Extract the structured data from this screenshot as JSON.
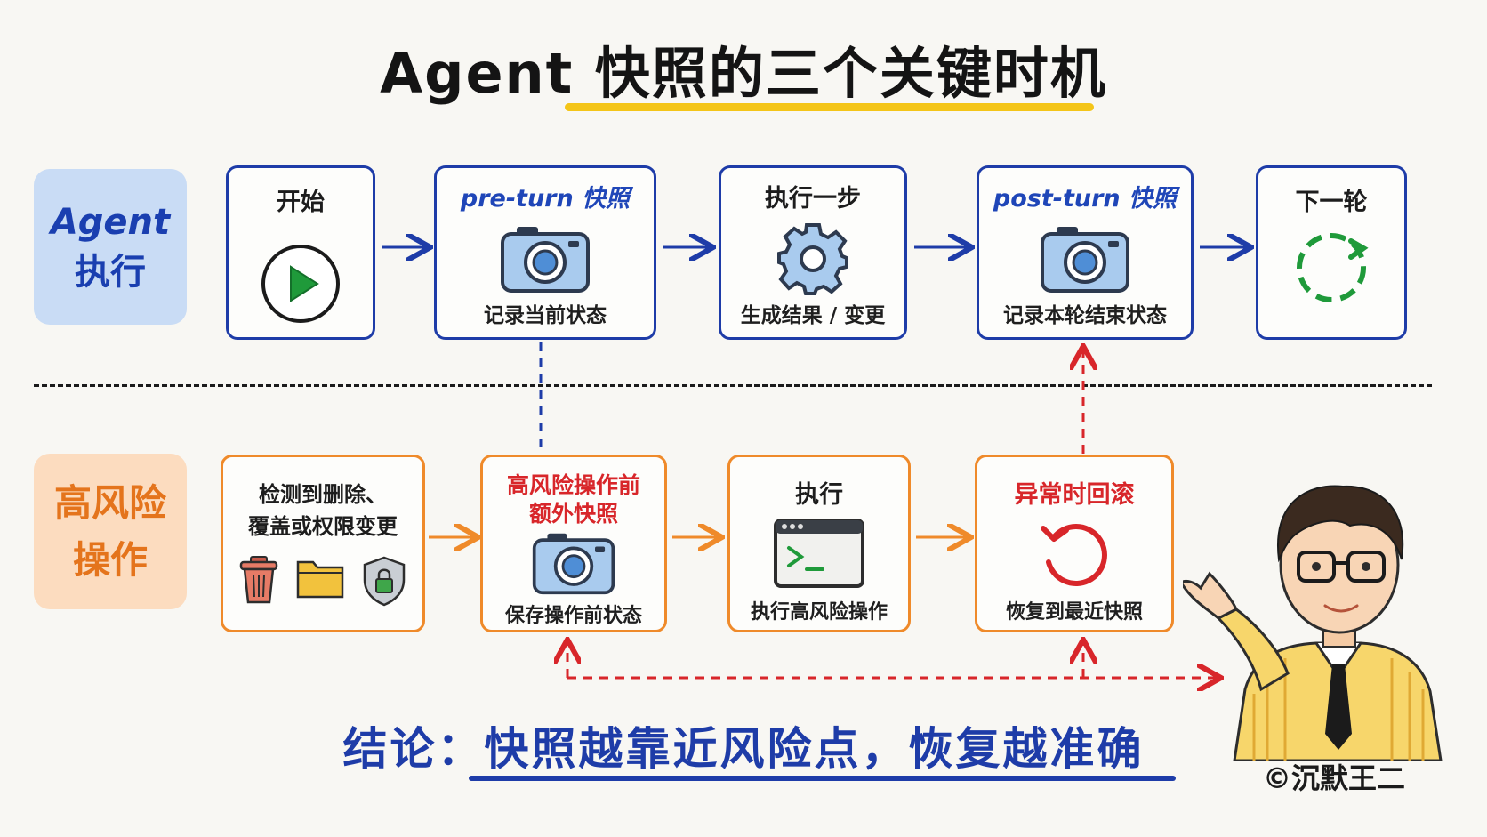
{
  "title": "Agent 快照的三个关键时机",
  "lanes": {
    "agent": {
      "line1": "Agent",
      "line2": "执行"
    },
    "risk": {
      "line1": "高风险",
      "line2": "操作"
    }
  },
  "agent_nodes": [
    {
      "title": "开始",
      "subtitle": "",
      "icon": "play-icon"
    },
    {
      "title": "pre-turn 快照",
      "subtitle": "记录当前状态",
      "icon": "camera-icon"
    },
    {
      "title": "执行一步",
      "subtitle": "生成结果 / 变更",
      "icon": "gear-icon"
    },
    {
      "title": "post-turn 快照",
      "subtitle": "记录本轮结束状态",
      "icon": "camera-icon"
    },
    {
      "title": "下一轮",
      "subtitle": "",
      "icon": "refresh-icon"
    }
  ],
  "risk_nodes": [
    {
      "title_line1": "检测到删除、",
      "title_line2": "覆盖或权限变更",
      "subtitle": "",
      "icons": [
        "trash-icon",
        "folder-icon",
        "shield-lock-icon"
      ]
    },
    {
      "title_line1": "高风险操作前",
      "title_line2": "额外快照",
      "subtitle": "保存操作前状态",
      "icons": [
        "camera-icon"
      ]
    },
    {
      "title_line1": "执行",
      "title_line2": "",
      "subtitle": "执行高风险操作",
      "icons": [
        "terminal-icon"
      ]
    },
    {
      "title_line1": "异常时回滚",
      "title_line2": "",
      "subtitle": "恢复到最近快照",
      "icons": [
        "undo-icon"
      ]
    }
  ],
  "conclusion": "结论：快照越靠近风险点，恢复越准确",
  "copyright": "©沉默王二",
  "colors": {
    "agent_blue": "#1e3ca8",
    "risk_orange": "#ef8a2a",
    "alert_red": "#d8262a",
    "title_underline": "#f4c518",
    "play_green": "#1f9a3a"
  }
}
